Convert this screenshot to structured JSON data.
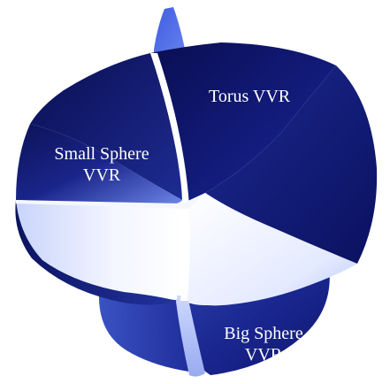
{
  "labels": {
    "torus": "Torus VVR",
    "small_sphere": [
      "Small Sphere",
      "VVR"
    ],
    "big_sphere": [
      "Big Sphere",
      "VVR"
    ]
  },
  "colors": {
    "background": "#ffffff",
    "navy_dark": "#0a0e52",
    "navy": "#121b7a",
    "blue_mid": "#2a3ea8",
    "blue_light": "#5a75e6",
    "pale": "#e6ecff",
    "white": "#ffffff",
    "text": "#ffffff"
  }
}
